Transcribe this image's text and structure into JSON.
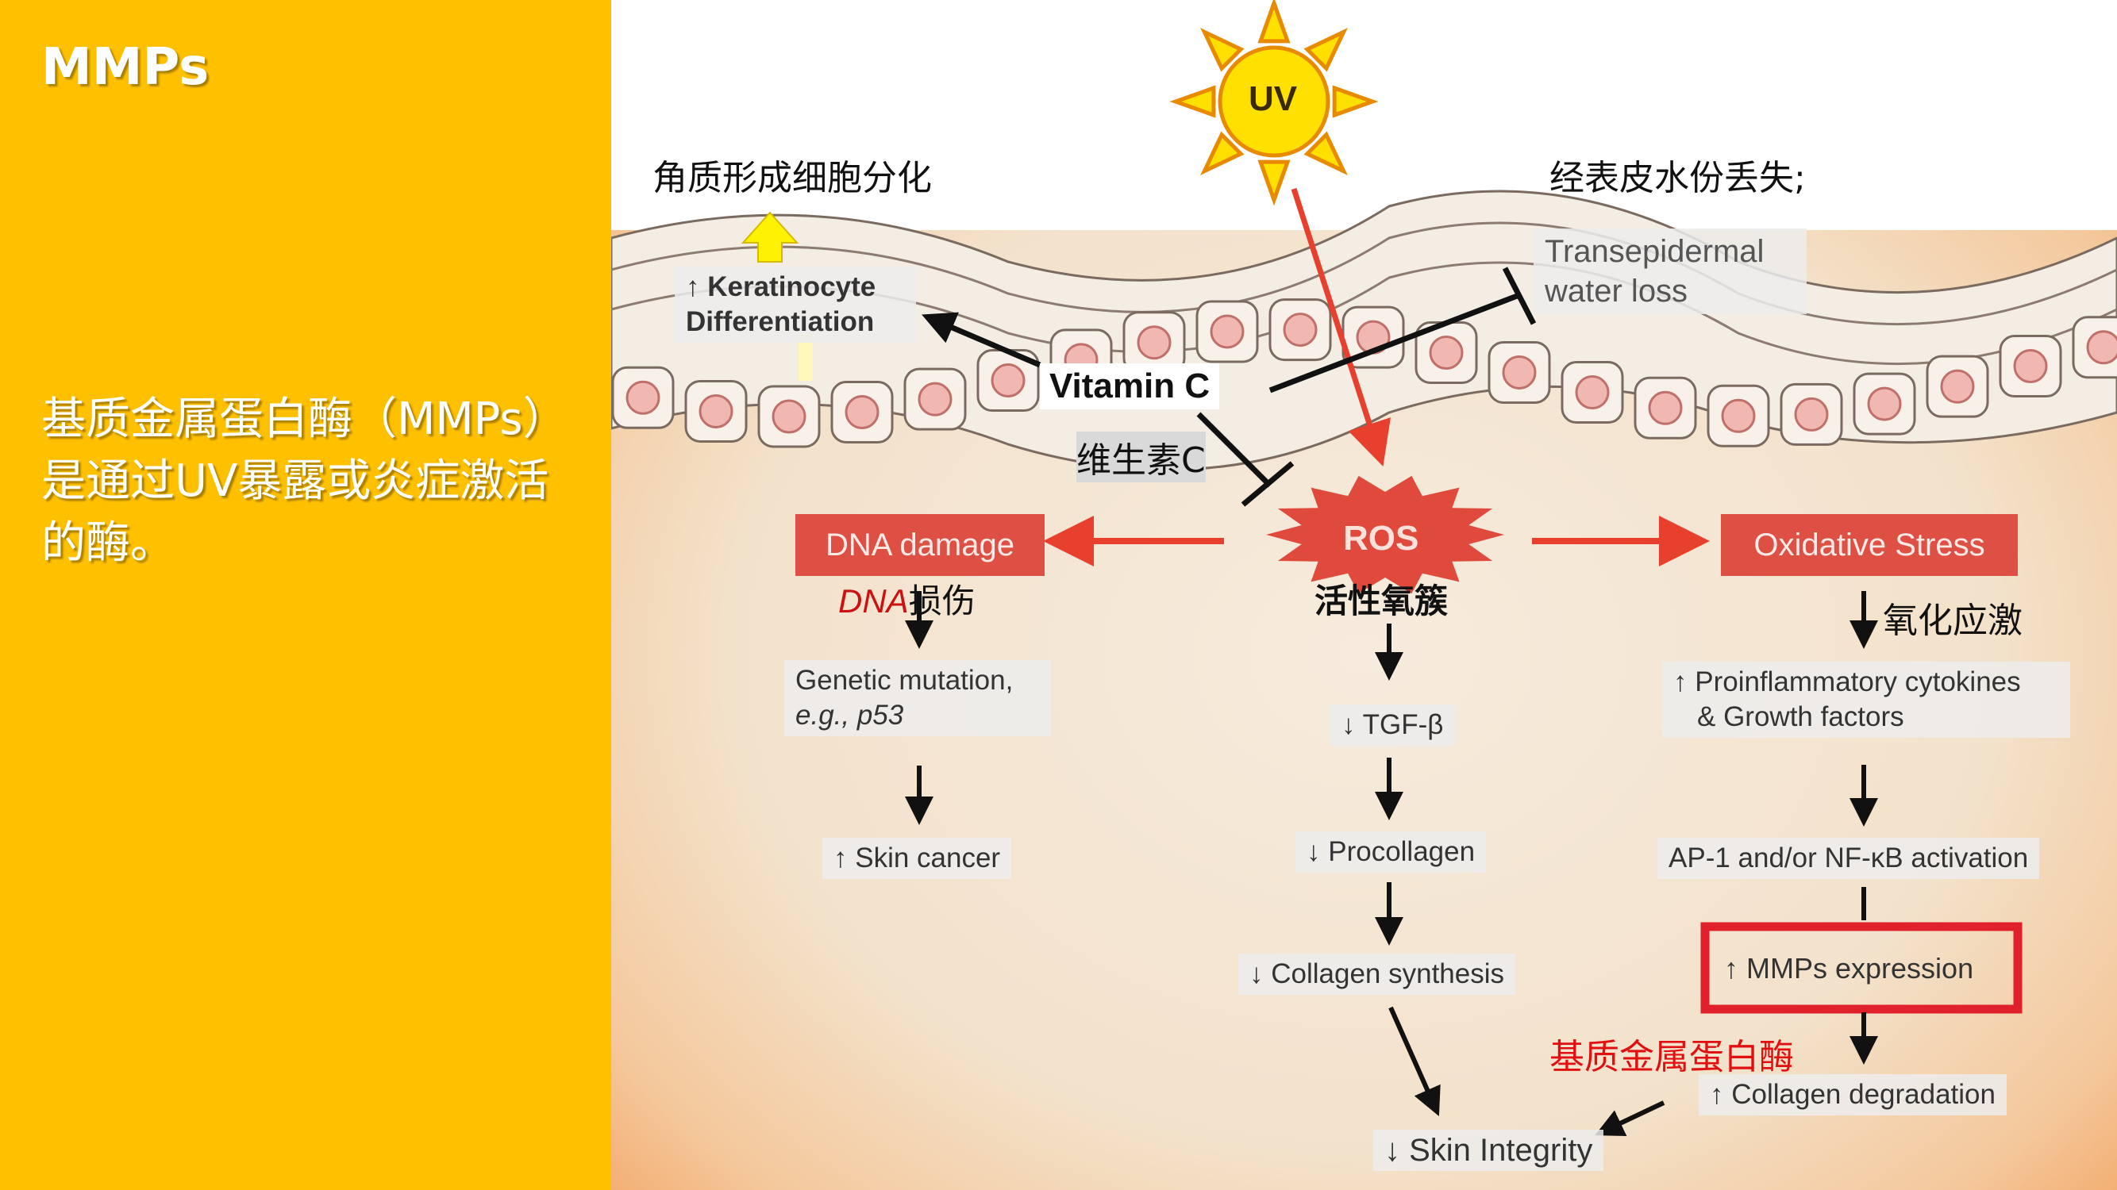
{
  "slide": {
    "title": "MMPs",
    "body": "基质金属蛋白酶（MMPs）是通过UV暴露或炎症激活的酶。"
  },
  "diagram": {
    "uv": "UV",
    "keratinocyte": [
      "↑ Keratinocyte",
      "Differentiation"
    ],
    "transepidermal": [
      "Transepidermal",
      "water loss"
    ],
    "vitamin_c": "Vitamin C",
    "ros": "ROS",
    "dna_damage": "DNA damage",
    "oxidative_stress": "Oxidative Stress",
    "genetic_mutation": [
      "Genetic mutation,",
      "e.g., p53"
    ],
    "skin_cancer": "↑ Skin cancer",
    "tgf": "↓ TGF-β",
    "procollagen": "↓ Procollagen",
    "collagen_synthesis": "↓ Collagen synthesis",
    "skin_integrity": "↓ Skin Integrity",
    "proinflammatory": [
      "↑ Proinflammatory cytokines",
      "& Growth factors"
    ],
    "ap1": "AP-1 and/or NF-κB activation",
    "mmps_expression": "↑ MMPs expression",
    "collagen_degradation": "↑ Collagen degradation"
  },
  "annotations": {
    "keratinocyte_zh": "角质形成细胞分化",
    "transepidermal_zh": "经表皮水份丢失;",
    "vitamin_c_zh": "维生素C",
    "dna_prefix": "DNA",
    "dna_suffix": "损伤",
    "ros_zh": "活性氧簇",
    "oxidative_zh": "氧化应激",
    "mmp_zh": "基质金属蛋白酶"
  },
  "colors": {
    "panel": "#FFC000",
    "red_box": "#DE4F44",
    "highlight_box": "#E0202A",
    "sun": "#FFE000"
  }
}
